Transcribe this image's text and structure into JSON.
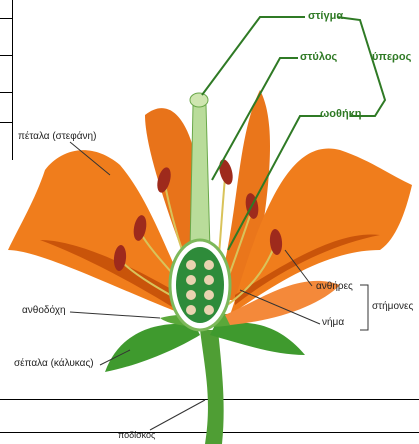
{
  "diagram": {
    "labels": {
      "stigma": "στίγμα",
      "style": "στύλος",
      "ovary": "ωοθήκη",
      "pistil": "ύπερος",
      "petals": "πέταλα (στεφάνη)",
      "anthers": "ανθήρες",
      "filament": "νήμα",
      "stamens": "στήμονες",
      "receptacle": "ανθοδόχη",
      "sepals": "σέπαλα (κάλυκας)",
      "peduncle": "ποδίσκος"
    },
    "colors": {
      "petal": "#f07d1c",
      "petal_dark": "#c9540a",
      "sepal": "#3f9a2e",
      "stem": "#8cc46a",
      "anther": "#9e2a1c",
      "label_green": "#2f7a25"
    }
  }
}
